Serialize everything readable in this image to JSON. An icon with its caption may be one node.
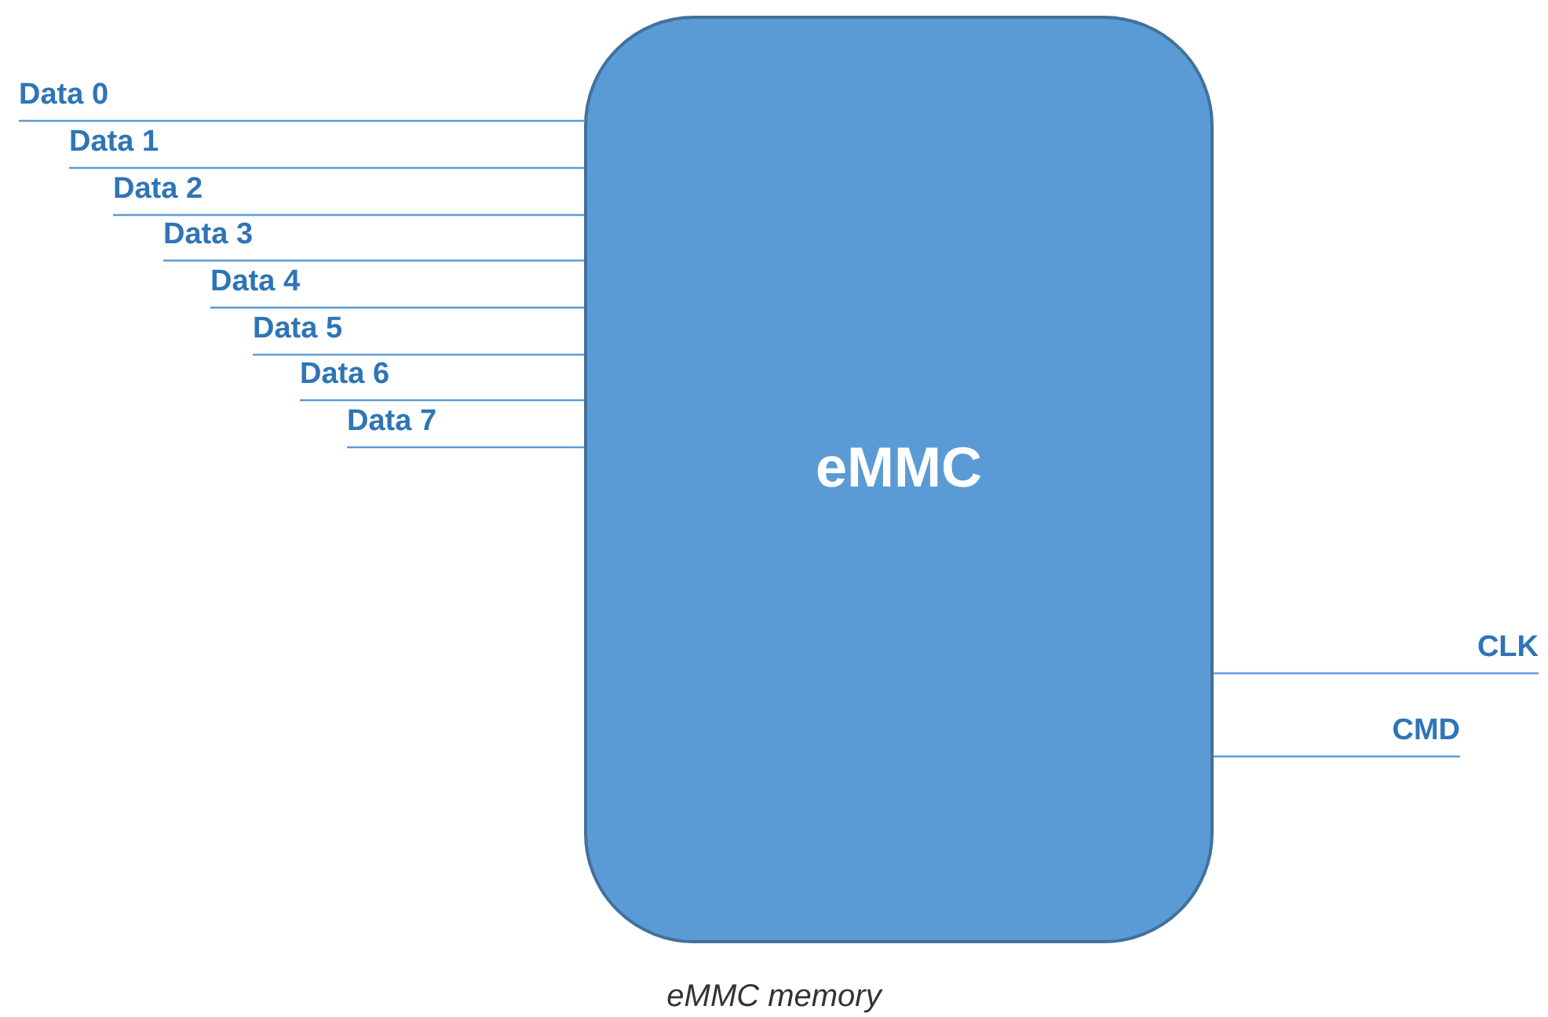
{
  "diagram": {
    "caption": "eMMC memory",
    "nodes": [
      {
        "text": [
          "Data 0"
        ]
      },
      {
        "text": [
          "Data 1"
        ]
      },
      {
        "text": [
          "Data 2"
        ]
      },
      {
        "text": [
          "Data 3"
        ]
      },
      {
        "text": [
          "Data 4"
        ]
      },
      {
        "text": [
          "Data 5"
        ]
      },
      {
        "text": [
          "Data 6"
        ]
      },
      {
        "text": [
          "Data 7"
        ]
      },
      {
        "text": [
          "eMMC"
        ]
      },
      {
        "text": [
          "CLK"
        ]
      },
      {
        "text": [
          "CMD"
        ]
      }
    ],
    "edges": [
      {
        "from": 0,
        "to": 8,
        "arrow": "none"
      },
      {
        "from": 1,
        "to": 8,
        "arrow": "none"
      },
      {
        "from": 2,
        "to": 8,
        "arrow": "none"
      },
      {
        "from": 3,
        "to": 8,
        "arrow": "none"
      },
      {
        "from": 4,
        "to": 8,
        "arrow": "none"
      },
      {
        "from": 5,
        "to": 8,
        "arrow": "none"
      },
      {
        "from": 6,
        "to": 8,
        "arrow": "none"
      },
      {
        "from": 7,
        "to": 8,
        "arrow": "none"
      },
      {
        "from": 9,
        "to": 8,
        "arrow": "none"
      },
      {
        "from": 10,
        "to": 8,
        "arrow": "none"
      }
    ]
  }
}
